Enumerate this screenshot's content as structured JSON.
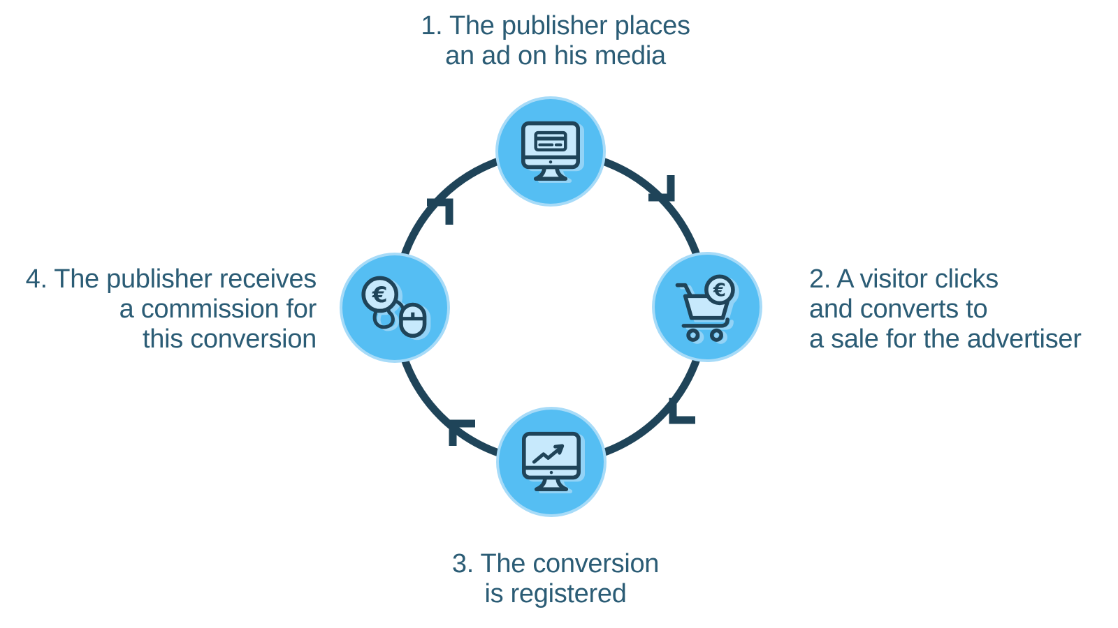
{
  "figure": {
    "description": "Affiliate marketing cycle diagram with four steps arranged clockwise around a circle",
    "cycle_direction": "clockwise",
    "arrow_count": 4,
    "euro_symbol": "€",
    "colors": {
      "background": "#FFFFFF",
      "node_fill": "#55BEF3",
      "node_halo": "#A7DBF8",
      "icon_fill": "#C7E9FC",
      "line_dark": "#1F4459",
      "icon_shadow": "#93D3F6",
      "text": "#2B5C75"
    },
    "steps": [
      {
        "position": "top",
        "icon": "ad-banner-monitor-icon",
        "lines": [
          "1. The publisher places",
          "an ad on his media"
        ]
      },
      {
        "position": "right",
        "icon": "shopping-cart-euro-icon",
        "lines": [
          "2. A visitor clicks",
          "and converts to",
          "a sale for the advertiser"
        ]
      },
      {
        "position": "bottom",
        "icon": "chart-monitor-icon",
        "lines": [
          "3. The conversion",
          "is registered"
        ]
      },
      {
        "position": "left",
        "icon": "euro-coin-mouse-icon",
        "lines": [
          "4. The publisher receives",
          "a commission for",
          "this conversion"
        ]
      }
    ]
  }
}
